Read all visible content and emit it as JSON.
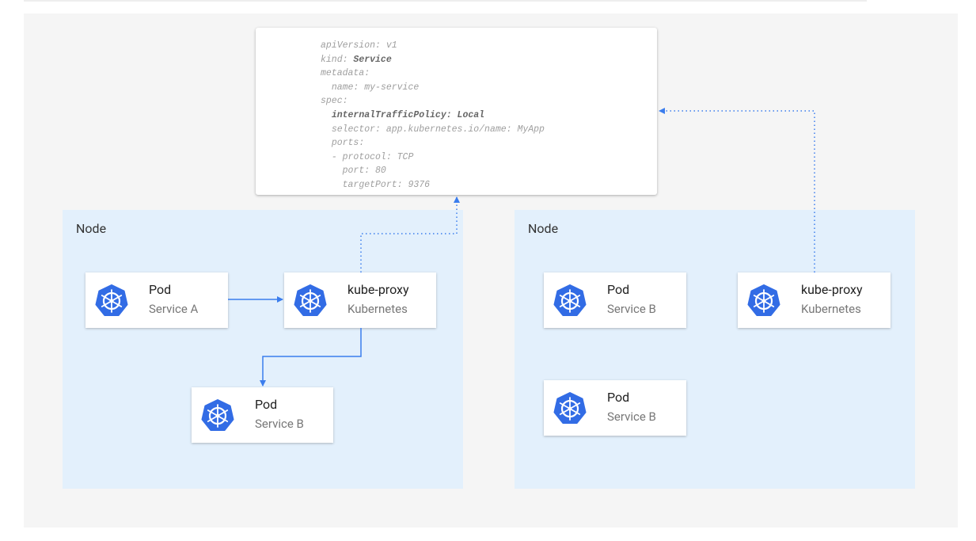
{
  "code": {
    "lines": [
      {
        "indent": "",
        "key": "apiVersion: ",
        "value": "v1",
        "bold": false
      },
      {
        "indent": "",
        "key": "kind: ",
        "value": "Service",
        "bold": "value"
      },
      {
        "indent": "",
        "key": "metadata:",
        "value": "",
        "bold": false
      },
      {
        "indent": "  ",
        "key": "name: ",
        "value": "my-service",
        "bold": false
      },
      {
        "indent": "",
        "key": "spec:",
        "value": "",
        "bold": false
      },
      {
        "indent": "  ",
        "key": "internalTrafficPolicy: ",
        "value": "Local",
        "bold": "all"
      },
      {
        "indent": "  ",
        "key": "selector: ",
        "value": "app.kubernetes.io/name: MyApp",
        "bold": false
      },
      {
        "indent": "  ",
        "key": "ports:",
        "value": "",
        "bold": false
      },
      {
        "indent": "  ",
        "key": "- protocol: ",
        "value": "TCP",
        "bold": false
      },
      {
        "indent": "    ",
        "key": "port: ",
        "value": "80",
        "bold": false
      },
      {
        "indent": "    ",
        "key": "targetPort: ",
        "value": "9376",
        "bold": false
      }
    ]
  },
  "nodes": [
    {
      "label": "Node",
      "cards": [
        {
          "title": "Pod",
          "subtitle": "Service A",
          "icon": "kubernetes-icon"
        },
        {
          "title": "kube-proxy",
          "subtitle": "Kubernetes",
          "icon": "kubernetes-icon"
        },
        {
          "title": "Pod",
          "subtitle": "Service B",
          "icon": "kubernetes-icon"
        }
      ]
    },
    {
      "label": "Node",
      "cards": [
        {
          "title": "Pod",
          "subtitle": "Service B",
          "icon": "kubernetes-icon"
        },
        {
          "title": "kube-proxy",
          "subtitle": "Kubernetes",
          "icon": "kubernetes-icon"
        },
        {
          "title": "Pod",
          "subtitle": "Service B",
          "icon": "kubernetes-icon"
        }
      ]
    }
  ],
  "colors": {
    "accent": "#3b7ded",
    "node_bg": "#e3f0fc",
    "panel_bg": "#f5f5f5"
  }
}
